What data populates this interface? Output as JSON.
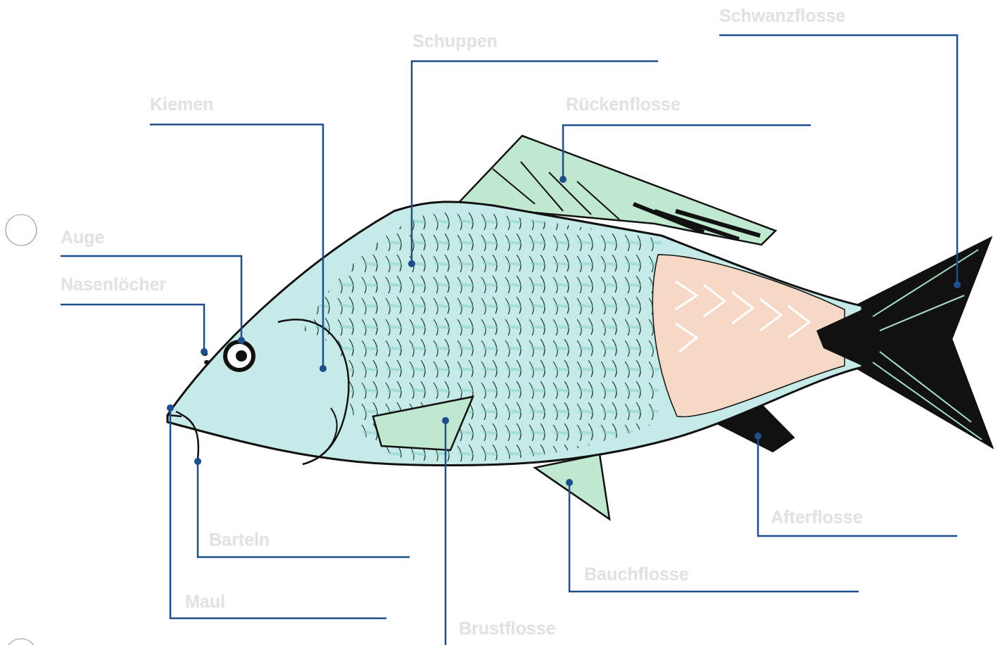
{
  "diagram": {
    "labels": [
      "Schwanzflosse",
      "Schuppen",
      "Rückenflosse",
      "Kiemen",
      "Auge",
      "Nasenlöcher",
      "Barteln",
      "Maul",
      "Brustflosse",
      "Afterflosse",
      "Bauchflosse"
    ]
  }
}
